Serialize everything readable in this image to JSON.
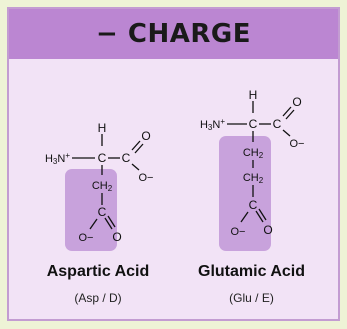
{
  "header": {
    "title": "− CHARGE"
  },
  "amino_acids": [
    {
      "name": "Aspartic Acid",
      "abbreviation": "(Asp / D)",
      "atoms": {
        "h": "H",
        "amine": "H3N+",
        "alpha_c": "C",
        "carboxyl_c": "C",
        "carboxyl_o": "O",
        "carboxyl_o_minus": "O−",
        "side_ch2": "CH2",
        "side_c": "C",
        "side_o_minus": "O−",
        "side_o": "O"
      }
    },
    {
      "name": "Glutamic Acid",
      "abbreviation": "(Glu / E)",
      "atoms": {
        "h": "H",
        "amine": "H3N+",
        "alpha_c": "C",
        "carboxyl_c": "C",
        "carboxyl_o": "O",
        "carboxyl_o_minus": "O−",
        "side_ch2_1": "CH2",
        "side_ch2_2": "CH2",
        "side_c": "C",
        "side_o_minus": "O−",
        "side_o": "O"
      }
    }
  ],
  "colors": {
    "background": "#eef3d6",
    "card": "#f2e3f6",
    "header": "#bb86d2",
    "side_chain_box": "#c8a2dc",
    "border": "#c39cd2"
  }
}
